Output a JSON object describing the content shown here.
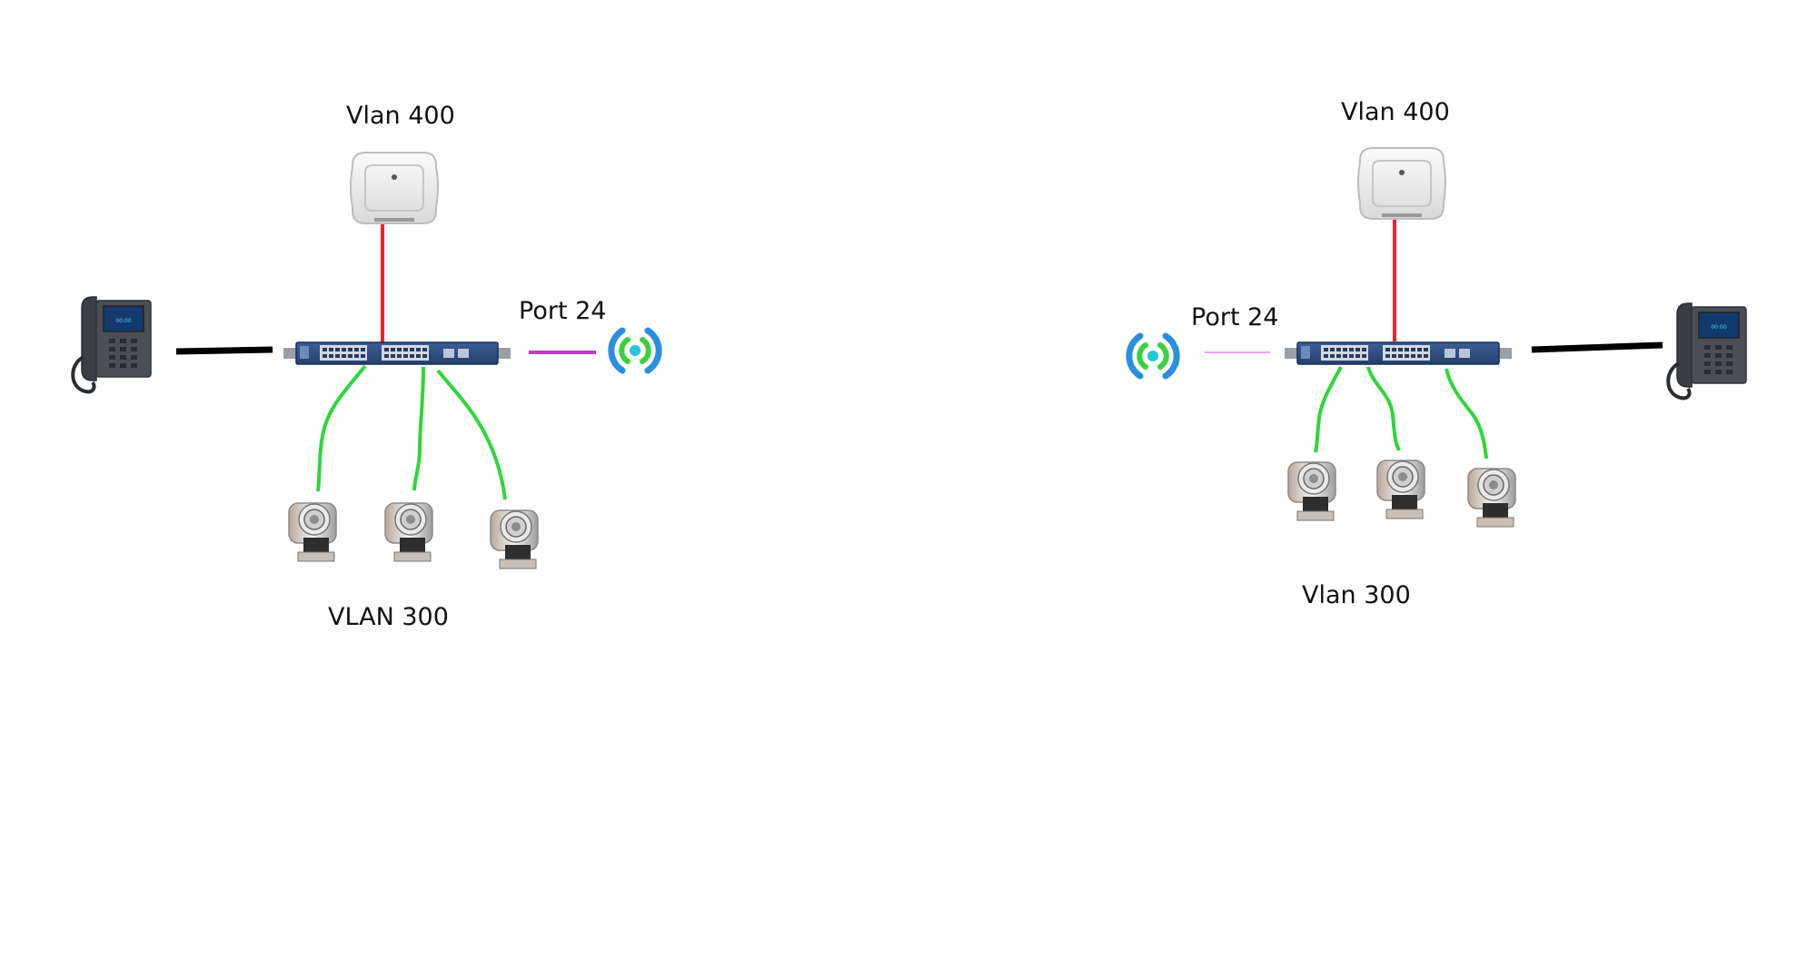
{
  "diagrams": [
    {
      "ap_label": "Vlan 400",
      "port_label": "Port 24",
      "cam_label": "VLAN 300"
    },
    {
      "ap_label": "Vlan 400",
      "port_label": "Port 24",
      "cam_label": "Vlan 300"
    }
  ],
  "colors": {
    "ap_link": "#e8242c",
    "camera_link": "#2fd63a",
    "phone_link": "#000000",
    "wifi_link_left": "#c03cc8",
    "wifi_link_right": "#e8a6ea",
    "switch_body": "#2f4f86",
    "wifi_outer": "#2a8fe0",
    "wifi_inner": "#3cd040",
    "wifi_dot": "#22c7d9"
  },
  "icons": {
    "access_point": "access-point-icon",
    "switch": "network-switch-icon",
    "phone": "desk-phone-icon",
    "camera": "ip-camera-icon",
    "wifi": "wifi-signal-icon"
  }
}
